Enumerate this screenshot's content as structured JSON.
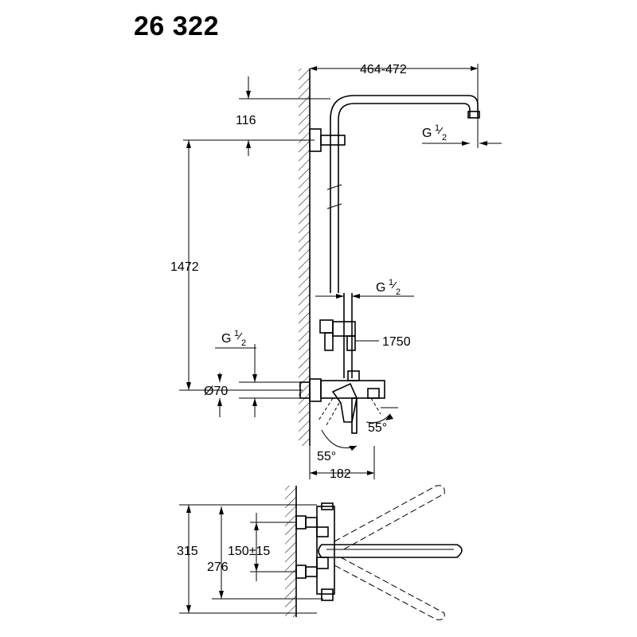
{
  "model_number": "26 322",
  "dimensions": {
    "arm_reach": "464-472",
    "head_drop": "116",
    "thread_head": "G",
    "thread_fraction_num": "1",
    "thread_fraction_den": "2",
    "rail_length": "1472",
    "thread_handshower": "G",
    "handshower_height": "1750",
    "thread_inlet": "G",
    "rosette_diameter": "Ø70",
    "lever_angle_right": "55°",
    "lever_angle_left": "55°",
    "projection": "182",
    "height_total": "315",
    "height_inlet": "276",
    "inlet_centres": "150±15"
  }
}
